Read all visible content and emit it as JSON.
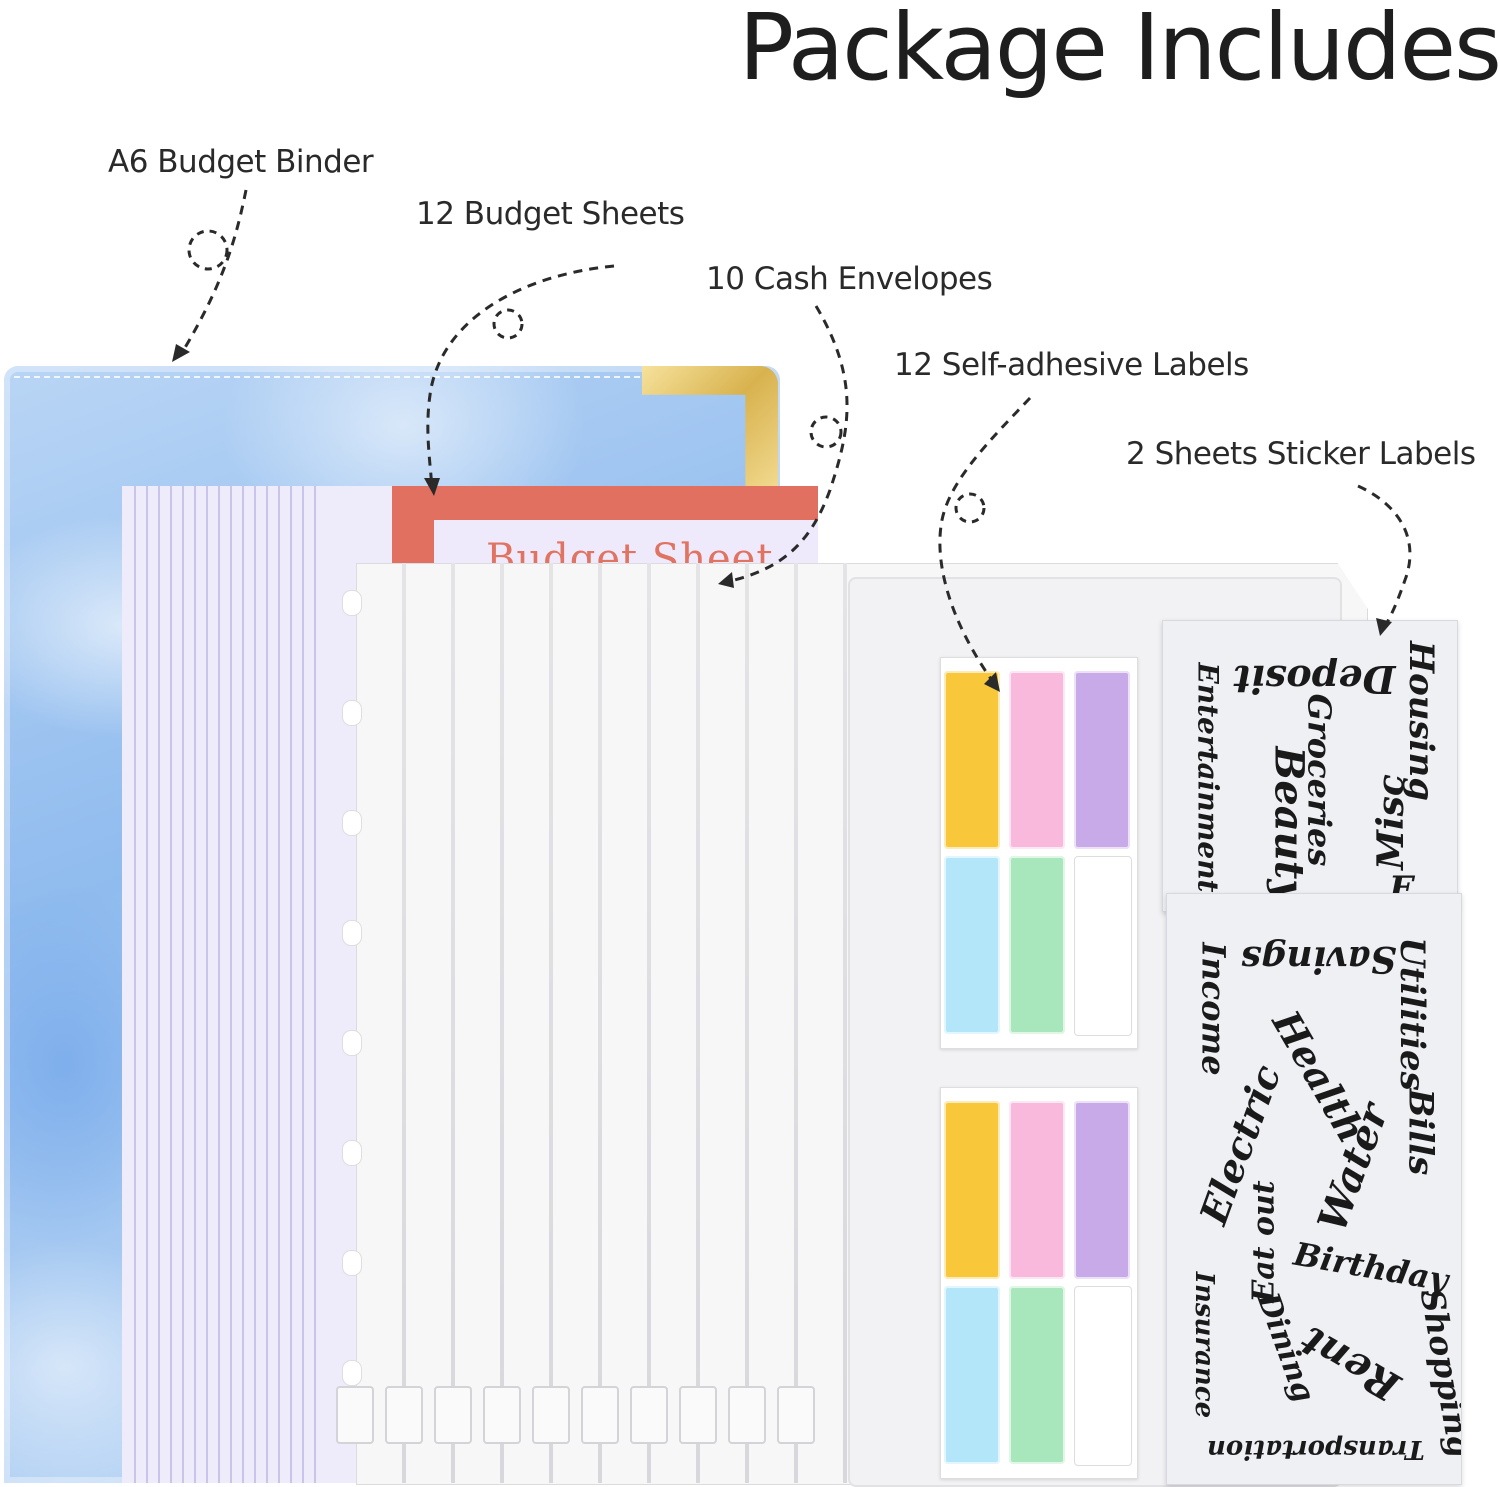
{
  "title": "Package Includes",
  "callouts": {
    "binder": "A6 Budget Binder",
    "sheets": "12 Budget Sheets",
    "envelopes": "10 Cash Envelopes",
    "labels": "12 Self-adhesive Labels",
    "stickers": "2 Sheets Sticker Labels"
  },
  "budget_sheet_title": "Budget Sheet",
  "label_colors": [
    "#f9c83a",
    "#f8b9dc",
    "#c9aae8",
    "#b3e6f8",
    "#a8e6bb",
    "#ffffff"
  ],
  "sticker_sheet_1": [
    "Housing",
    "Deposit",
    "Entertainment",
    "Groceries",
    "Misc",
    "Beauty",
    "F"
  ],
  "sticker_sheet_2": [
    "Income",
    "Savings",
    "Utilities",
    "Health",
    "Electric",
    "Bills",
    "Water",
    "Eat out",
    "Birthday",
    "Insurance",
    "Dining",
    "Rent",
    "Shopping",
    "Transportation"
  ]
}
